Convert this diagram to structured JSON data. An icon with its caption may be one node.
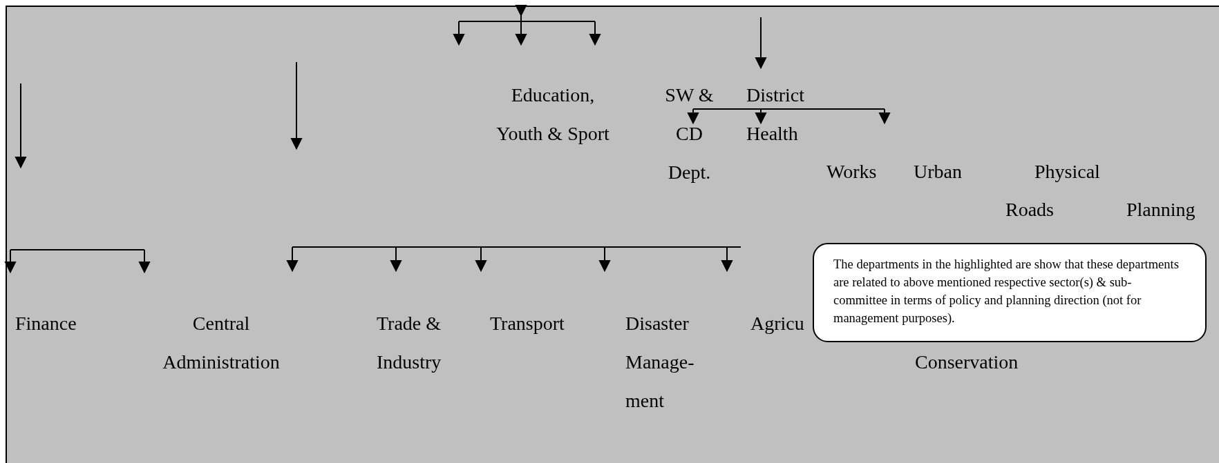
{
  "diagram": {
    "nodes": [
      {
        "text": [
          "The departments in the highlighted are show that these departments are related to above mentioned respective sector(s) & sub-committee in terms of policy and planning direction (not for management purposes)."
        ]
      }
    ],
    "labels": [
      "Education, Youth & Sport",
      "SW & CD Dept.",
      "District Health",
      "Works",
      "Urban",
      "Physical",
      "Roads",
      "Planning",
      "Finance",
      "Central Administration",
      "Trade & Industry",
      "Transport",
      "Disaster Manage- ment",
      "Agricu",
      "Conservation"
    ]
  }
}
